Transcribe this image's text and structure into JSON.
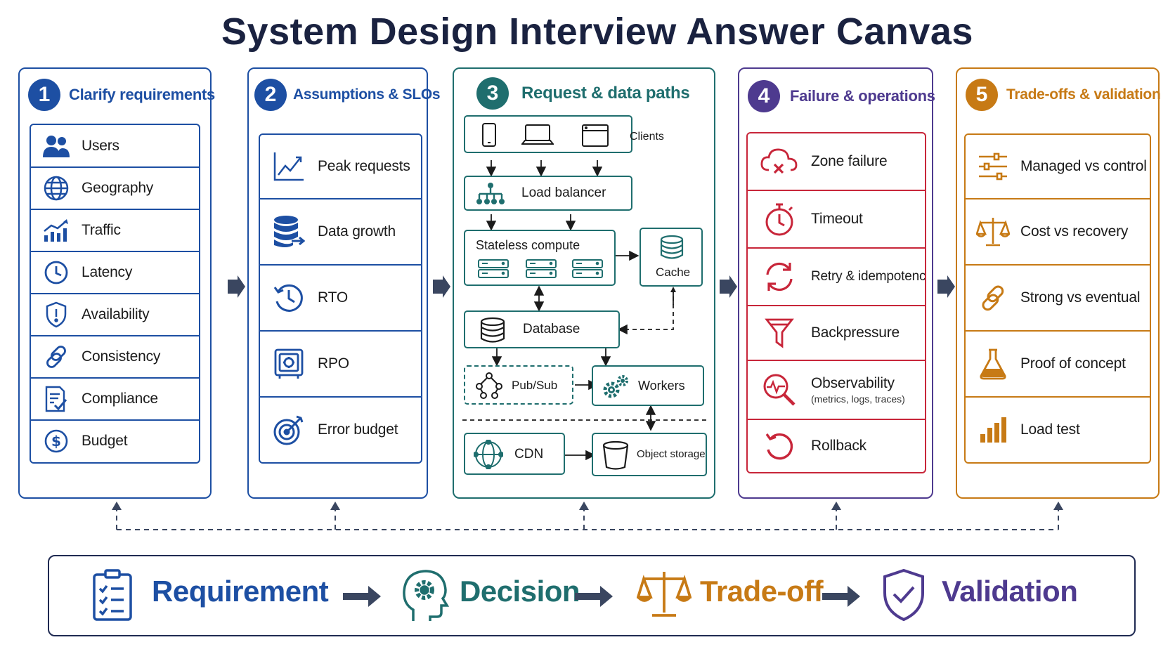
{
  "title": "System Design Interview Answer Canvas",
  "colors": {
    "blue": "#1d4fa3",
    "teal": "#1f6e6e",
    "purple": "#4e3a8f",
    "red": "#c8263a",
    "orange": "#c77a15",
    "navy": "#1f2a52"
  },
  "panel1": {
    "number": "1",
    "title": "Clarify requirements",
    "items": [
      {
        "label": "Users",
        "icon": "users-icon"
      },
      {
        "label": "Geography",
        "icon": "globe-icon"
      },
      {
        "label": "Traffic",
        "icon": "traffic-chart-icon"
      },
      {
        "label": "Latency",
        "icon": "clock-icon"
      },
      {
        "label": "Availability",
        "icon": "shield-icon"
      },
      {
        "label": "Consistency",
        "icon": "link-icon"
      },
      {
        "label": "Compliance",
        "icon": "document-check-icon"
      },
      {
        "label": "Budget",
        "icon": "dollar-icon"
      }
    ]
  },
  "panel2": {
    "number": "2",
    "title": "Assumptions & SLOs",
    "items": [
      {
        "label": "Peak requests",
        "icon": "line-chart-icon"
      },
      {
        "label": "Data growth",
        "icon": "database-export-icon"
      },
      {
        "label": "RTO",
        "icon": "history-clock-icon"
      },
      {
        "label": "RPO",
        "icon": "vault-icon"
      },
      {
        "label": "Error budget",
        "icon": "target-icon"
      }
    ]
  },
  "panel3": {
    "number": "3",
    "title": "Request & data paths",
    "clients": "Clients",
    "load_balancer": "Load balancer",
    "compute": "Stateless compute",
    "cache": "Cache",
    "database": "Database",
    "pubsub": "Pub/Sub",
    "workers": "Workers",
    "cdn": "CDN",
    "object_storage": "Object storage"
  },
  "panel4": {
    "number": "4",
    "title": "Failure & operations",
    "items": [
      {
        "label": "Zone failure",
        "icon": "cloud-failure-icon"
      },
      {
        "label": "Timeout",
        "icon": "stopwatch-icon"
      },
      {
        "label": "Retry & idempotency",
        "icon": "retry-icon"
      },
      {
        "label": "Backpressure",
        "icon": "funnel-icon"
      },
      {
        "label": "Observability",
        "sub": "(metrics, logs, traces)",
        "icon": "magnifier-pulse-icon"
      },
      {
        "label": "Rollback",
        "icon": "rollback-icon"
      }
    ]
  },
  "panel5": {
    "number": "5",
    "title": "Trade-offs & validation",
    "items": [
      {
        "label": "Managed vs control",
        "icon": "sliders-icon"
      },
      {
        "label": "Cost vs recovery",
        "icon": "scale-icon"
      },
      {
        "label": "Strong vs eventual",
        "icon": "link-icon"
      },
      {
        "label": "Proof of concept",
        "icon": "flask-icon"
      },
      {
        "label": "Load test",
        "icon": "bar-chart-icon"
      }
    ]
  },
  "flow": {
    "requirement": "Requirement",
    "decision": "Decision",
    "tradeoff": "Trade-off",
    "validation": "Validation"
  }
}
